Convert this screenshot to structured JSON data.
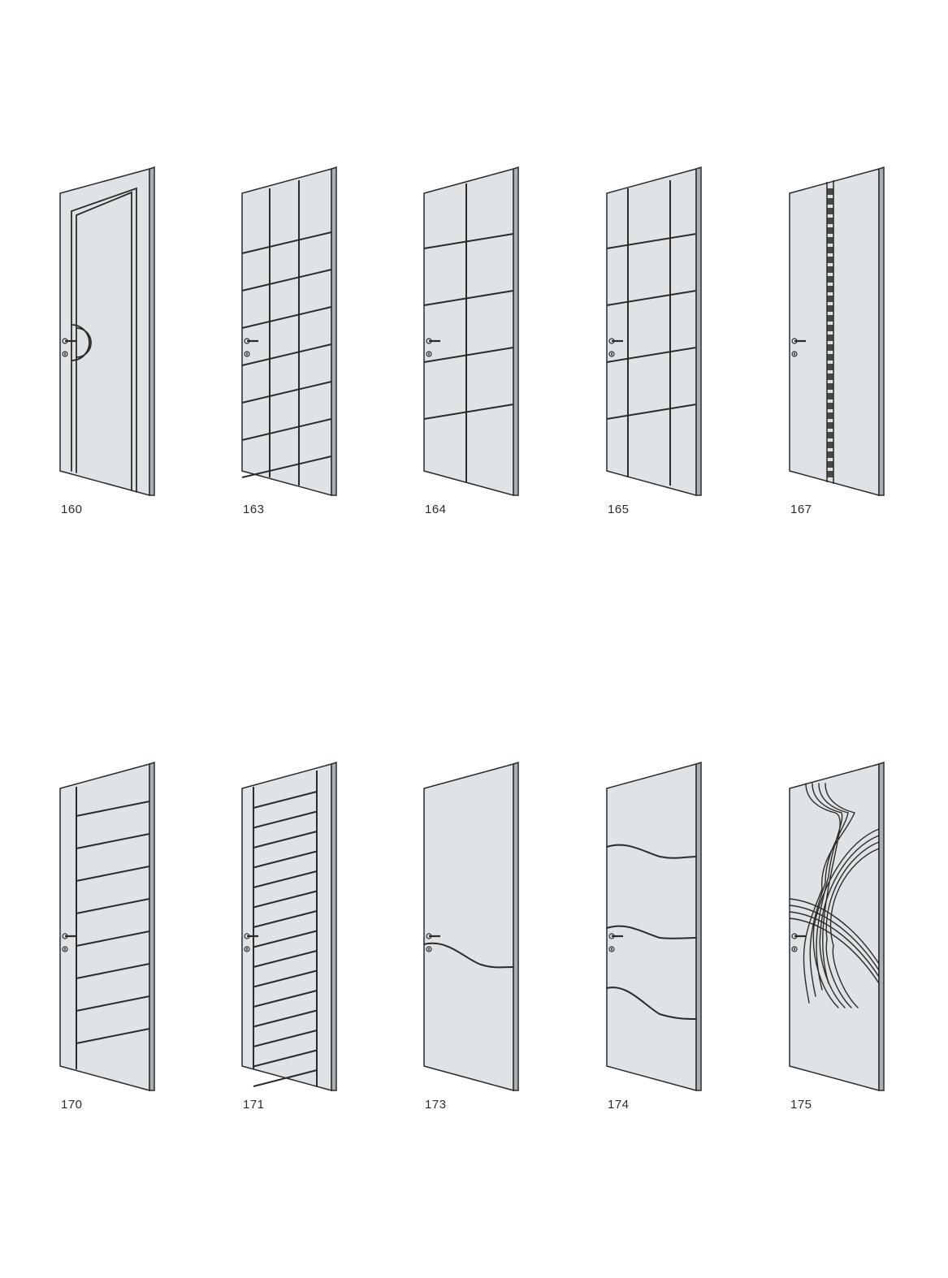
{
  "colors": {
    "door_face": "#dfe3e5",
    "door_edge": "#a8b0b4",
    "line": "#2b2b2b",
    "background": "#ffffff"
  },
  "doors": [
    {
      "label": "160",
      "pattern": "frame-arc"
    },
    {
      "label": "163",
      "pattern": "grid-3x8"
    },
    {
      "label": "164",
      "pattern": "grid-2x5"
    },
    {
      "label": "165",
      "pattern": "grid-3x5"
    },
    {
      "label": "167",
      "pattern": "ladder-strip"
    },
    {
      "label": "170",
      "pattern": "stiles-horizontal-9"
    },
    {
      "label": "171",
      "pattern": "double-stiles-horizontal-15"
    },
    {
      "label": "173",
      "pattern": "single-wave"
    },
    {
      "label": "174",
      "pattern": "triple-wave"
    },
    {
      "label": "175",
      "pattern": "swirl"
    }
  ]
}
